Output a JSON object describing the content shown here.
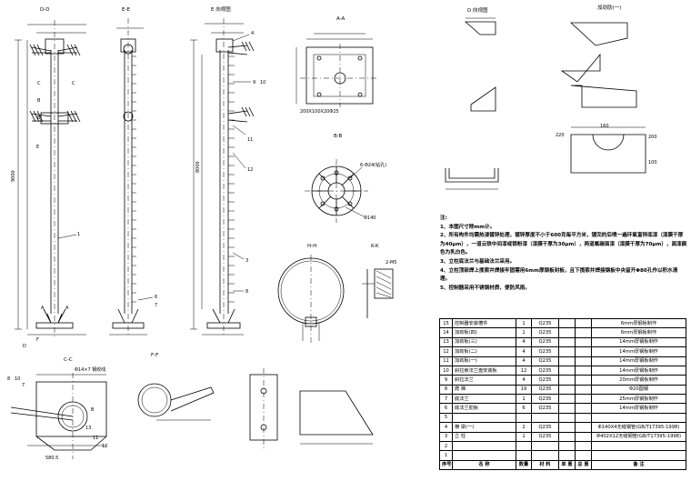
{
  "view_titles": {
    "front": "D-D",
    "side": "E-E",
    "elev": "E 向视图",
    "aa": "A-A",
    "bb": "B-B",
    "hh": "H-H",
    "kk": "K-K",
    "cc": "C-C",
    "ff": "F-F",
    "d1": "D 向视图",
    "d2": "加劲肋(一)",
    "plate_label": "200X100X20Φ25"
  },
  "callouts": {
    "front": [
      "C",
      "B",
      "B",
      "E",
      "C",
      "1",
      "A",
      "A",
      "F",
      "D"
    ],
    "side": [
      "6",
      "7"
    ],
    "elev": [
      "4",
      "9",
      "10",
      "11",
      "12",
      "3",
      "8"
    ],
    "cc": [
      "8",
      "10",
      "7",
      "Φ14×7 钢绞线",
      "13",
      "11",
      "12",
      "B"
    ]
  },
  "dims": {
    "height_front": "9000",
    "height_elev": "8000",
    "bb_dim": "Φ140",
    "bb_bolt": "6-Φ24(钻孔)",
    "kk_dim": "2-M5",
    "cc_dim": "580.5",
    "d_dims": [
      "220",
      "160",
      "200",
      "100"
    ]
  },
  "notes": {
    "header": "注:",
    "items": [
      "1、本图尺寸除mm计。",
      "2、所有构件均需热浸镀锌处理，镀锌厚度不小于600克每平方米，镀完的后喷一遍环氧富锌底漆（漆膜干厚为40μm），一道云铁中间漆或银粉漆（漆膜干厚为30μm），两道氟碳面漆（漆膜干厚为70μm），面漆颜色为乳白色。",
      "3、立柱底法兰与基础法兰采用。",
      "4、立柱顶部焊上揽索并焊接牢固需用6mm厚钢板封板，且下揽索并焊接钢板中央留开Φ80孔作以积水清理。",
      "5、控制器采用不锈钢材质，便防风雨。"
    ]
  },
  "bom": {
    "rows": [
      [
        "15",
        "控制器安装槽件",
        "1",
        "Q235",
        "",
        "",
        "6mm厚钢板制作"
      ],
      [
        "14",
        "加劲板(四)",
        "1",
        "Q235",
        "",
        "",
        "6mm厚钢板制作"
      ],
      [
        "13",
        "加劲板(三)",
        "4",
        "Q235",
        "",
        "",
        "14mm厚钢板制作"
      ],
      [
        "12",
        "加劲板(二)",
        "4",
        "Q235",
        "",
        "",
        "14mm厚钢板制作"
      ],
      [
        "11",
        "加劲板(一)",
        "4",
        "Q235",
        "",
        "",
        "14mm厚钢板制作"
      ],
      [
        "10",
        "斜拉索法兰盘安装板",
        "12",
        "Q235",
        "",
        "",
        "14mm厚钢板制作"
      ],
      [
        "9",
        "斜拉法兰",
        "4",
        "Q235",
        "",
        "",
        "20mm厚钢板制作"
      ],
      [
        "8",
        "爬 梯",
        "19",
        "Q235",
        "",
        "",
        "Φ20圆钢"
      ],
      [
        "7",
        "底法兰",
        "1",
        "Q235",
        "",
        "",
        "25mm厚钢板制作"
      ],
      [
        "6",
        "底法兰肋板",
        "6",
        "Q235",
        "",
        "",
        "14mm厚钢板制作"
      ],
      [
        "5",
        "",
        "",
        "",
        "",
        "",
        ""
      ],
      [
        "4",
        "横 梁(一)",
        "2",
        "Q235",
        "",
        "",
        "Φ140X4无缝钢管(GB/T17395-1998)"
      ],
      [
        "3",
        "立 柱",
        "1",
        "Q235",
        "",
        "",
        "Φ402X12无缝钢管(GB/T17395-1998)"
      ],
      [
        "2",
        "",
        "",
        "",
        "",
        "",
        ""
      ],
      [
        "1",
        "",
        "",
        "",
        "",
        "",
        ""
      ]
    ],
    "header": [
      "序号",
      "名  称",
      "数量",
      "材 料",
      "单 重",
      "总 重",
      "备    注"
    ]
  }
}
